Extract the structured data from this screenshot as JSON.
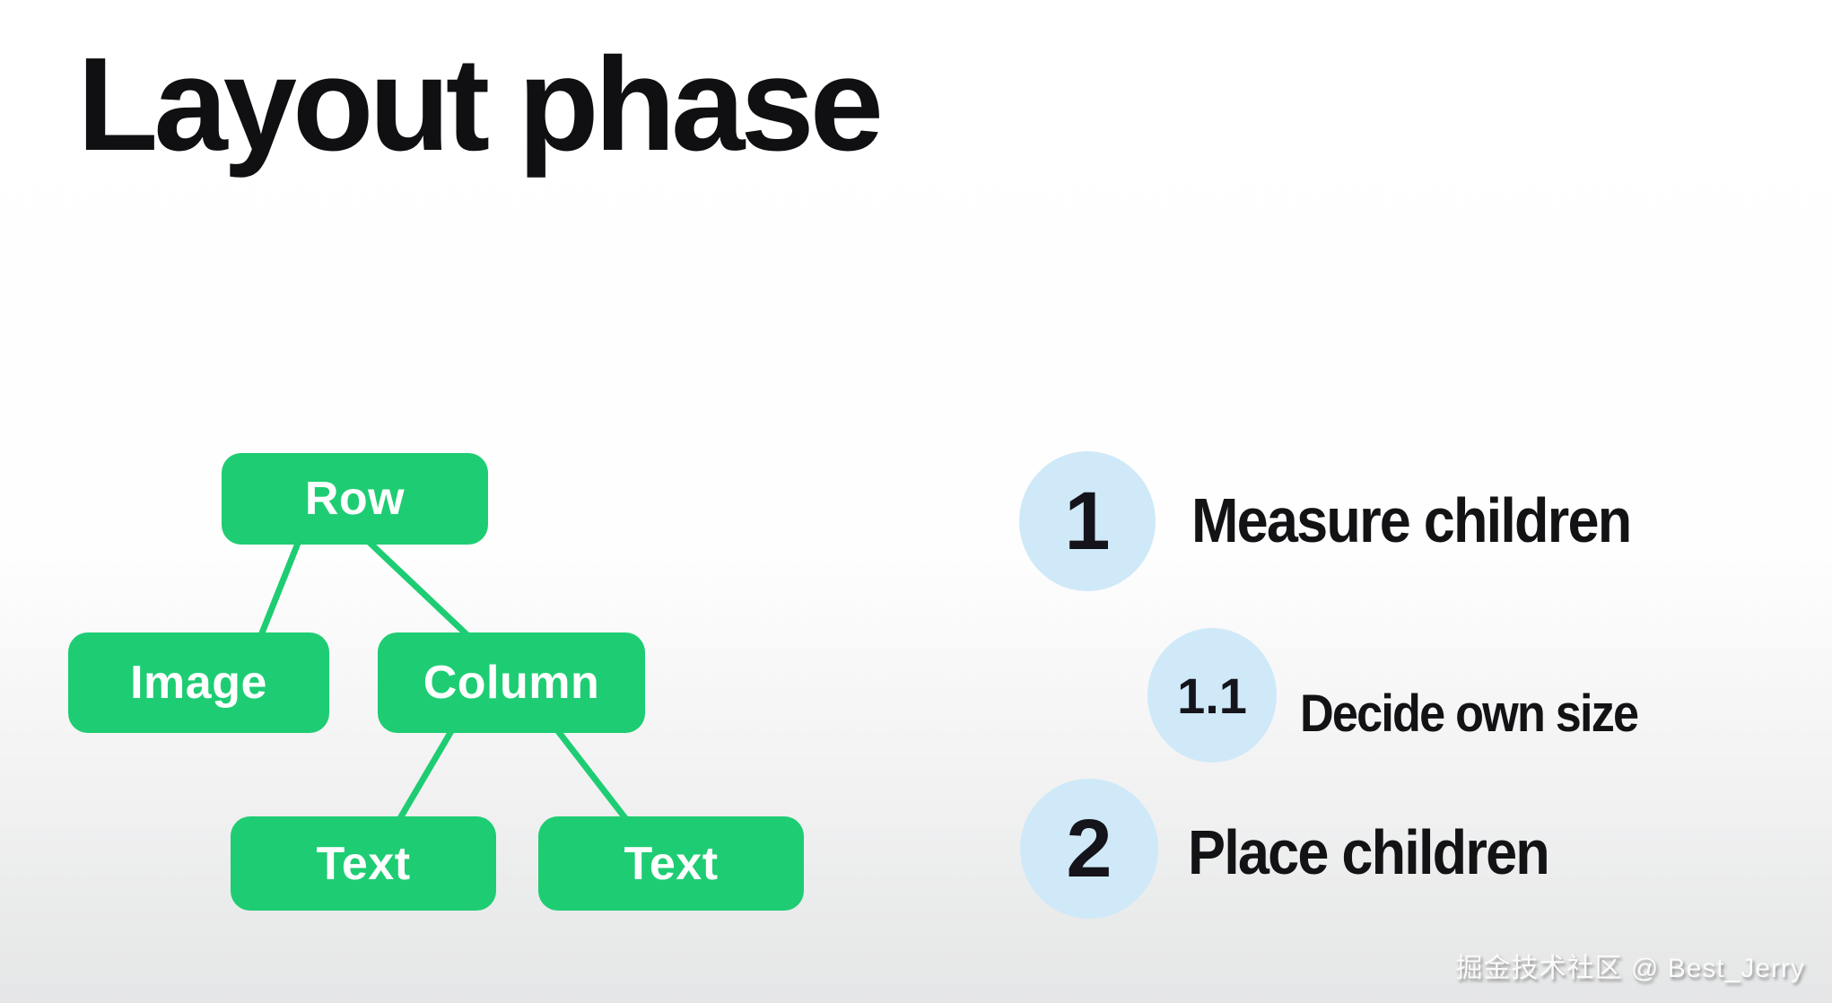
{
  "slide": {
    "title": "Layout phase"
  },
  "tree": {
    "description": "widget-tree",
    "nodes": [
      {
        "id": "row",
        "label": "Row"
      },
      {
        "id": "image",
        "label": "Image"
      },
      {
        "id": "column",
        "label": "Column"
      },
      {
        "id": "text1",
        "label": "Text"
      },
      {
        "id": "text2",
        "label": "Text"
      }
    ],
    "edges": [
      {
        "from": "row",
        "to": "image"
      },
      {
        "from": "row",
        "to": "column"
      },
      {
        "from": "column",
        "to": "text1"
      },
      {
        "from": "column",
        "to": "text2"
      }
    ]
  },
  "steps": [
    {
      "number": "1",
      "label": "Measure children",
      "level": 1
    },
    {
      "number": "1.1",
      "label": "Decide own size",
      "level": 2
    },
    {
      "number": "2",
      "label": "Place children",
      "level": 1
    }
  ],
  "watermark": "掘金技术社区 @ Best_Jerry",
  "colors": {
    "node_green": "#1ecd73",
    "circle_blue": "#cfe9f8",
    "title_black": "#101013",
    "step_text_black": "#131316",
    "node_text_white": "#ffffff",
    "background_top": "#ffffff",
    "background_bottom": "#e5e6e7"
  }
}
